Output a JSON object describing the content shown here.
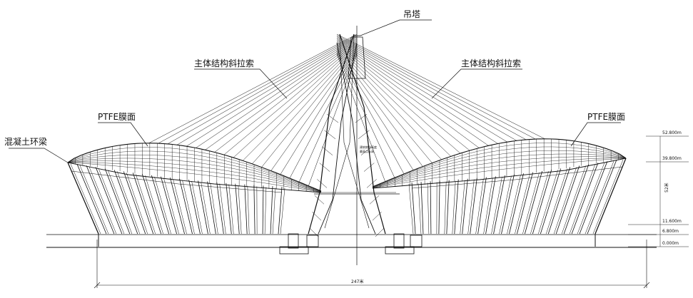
{
  "labels": {
    "crane_tower": "吊塔",
    "stay_cable_left": "主体结构斜拉索",
    "stay_cable_right": "主体结构斜拉索",
    "ptfe_left": "PTFE膜面",
    "ptfe_right": "PTFE膜面",
    "ring_beam": "混凝土环梁",
    "tower_note_1": "建筑物总高度",
    "tower_note_2": "最高点标高"
  },
  "dimensions": {
    "span": "247米",
    "height": "52米"
  },
  "elevations": [
    "52.800m",
    "39.800m",
    "11.600m",
    "6.800m",
    "0.000m"
  ],
  "colors": {
    "line": "#111111",
    "background": "#ffffff"
  }
}
